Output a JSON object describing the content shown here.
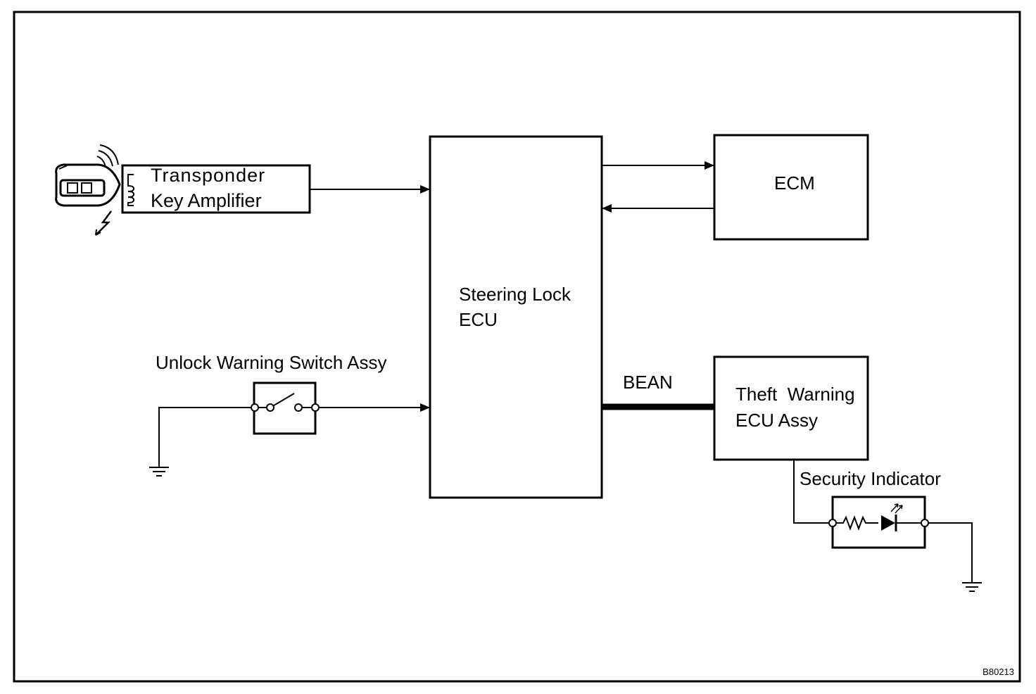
{
  "blocks": {
    "transponder": {
      "line1": "Transponder",
      "line2": "Key Amplifier"
    },
    "steering_lock_ecu": {
      "line1": "Steering Lock",
      "line2": "ECU"
    },
    "ecm": {
      "label": "ECM"
    },
    "theft_warning_ecu": {
      "line1": "Theft  Warning",
      "line2": "ECU Assy"
    }
  },
  "components": {
    "unlock_switch": {
      "label": "Unlock Warning Switch Assy"
    },
    "security_indicator": {
      "label": "Security Indicator"
    }
  },
  "bus": {
    "label": "BEAN"
  },
  "figure_code": "B80213",
  "icons": [
    "key-fob-icon",
    "coil-icon",
    "switch-icon",
    "resistor-icon",
    "led-icon",
    "ground-icon"
  ]
}
